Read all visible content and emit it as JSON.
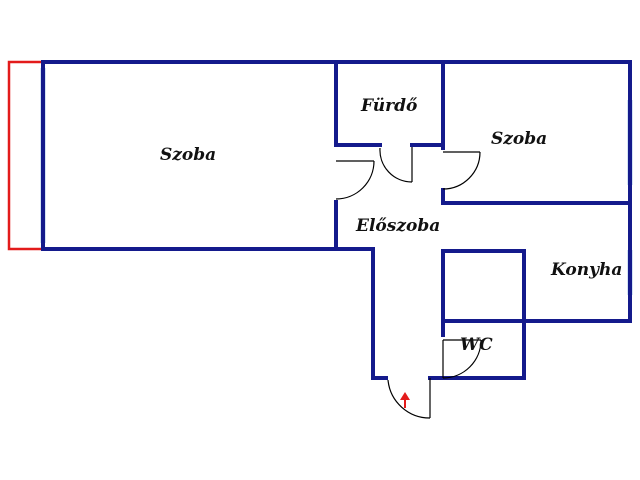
{
  "rooms": {
    "szoba_left": "Szoba",
    "furdo": "Fürdő",
    "szoba_right": "Szoba",
    "eloszoba": "Előszoba",
    "konyha": "Konyha",
    "wc": "WC"
  },
  "colors": {
    "wall": "#141a8c",
    "window": "#aac8ea",
    "balcony": "#e31b1b",
    "entrance_arrow": "#e31b1b"
  },
  "icons": {
    "entrance": "entrance-arrow-icon"
  }
}
